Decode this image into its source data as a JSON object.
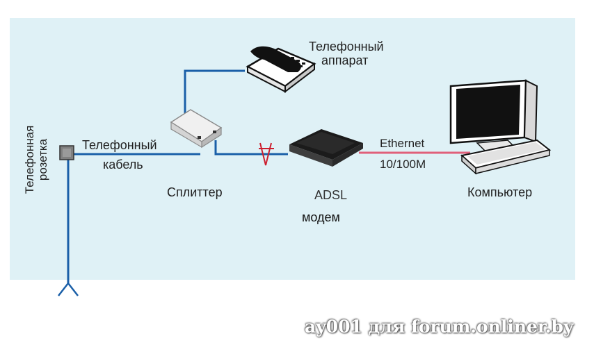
{
  "labels": {
    "phone": [
      "Телефонный",
      "аппарат"
    ],
    "cable": [
      "Телефонный",
      "кабель"
    ],
    "outlet": [
      "Телефонная",
      "розетка"
    ],
    "splitter": "Сплиттер",
    "modem": [
      "ADSL",
      "модем"
    ],
    "ethernet": [
      "Ethernet",
      "10/100M"
    ],
    "computer": "Компьютер"
  },
  "watermark": "ay001 для forum.onliner.by",
  "colors": {
    "background_panel": "#dff1f6",
    "phone_line": "#1a5fa8",
    "ethernet_line": "#e0607a",
    "filter_mark": "#cc1e2e"
  },
  "icons": [
    "wall-outlet-icon",
    "telephone-icon",
    "splitter-icon",
    "adsl-modem-icon",
    "computer-icon",
    "tripod-stand-icon"
  ]
}
